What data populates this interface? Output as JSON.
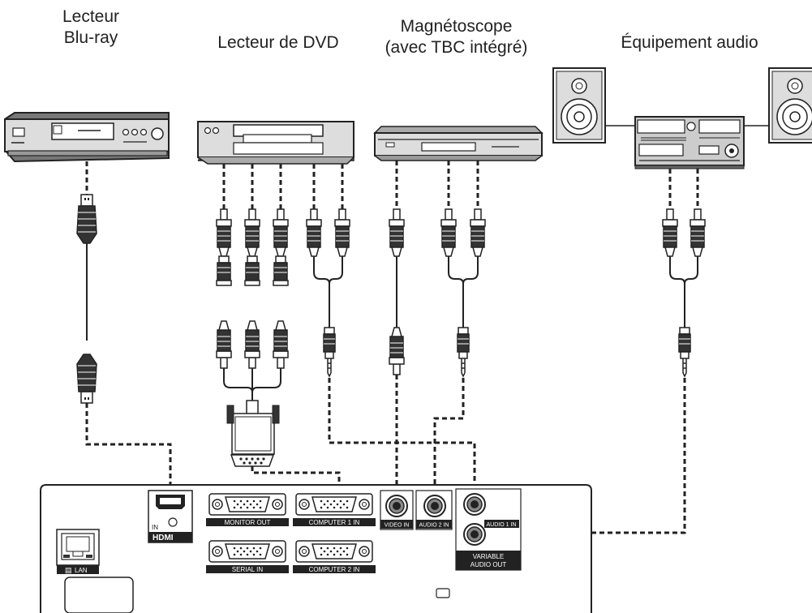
{
  "devices": {
    "bluray": {
      "line1": "Lecteur",
      "line2": "Blu-ray"
    },
    "dvd": {
      "label": "Lecteur de DVD"
    },
    "vcr": {
      "line1": "Magnétoscope",
      "line2": "(avec TBC intégré)"
    },
    "audio": {
      "label": "Équipement audio"
    }
  },
  "panel": {
    "hdmi_in": "IN",
    "hdmi_logo": "HDMI",
    "monitor_out": "MONITOR OUT",
    "computer1_in": "COMPUTER 1 IN",
    "serial_in": "SERIAL IN",
    "computer2_in": "COMPUTER 2 IN",
    "video_in": "VIDEO IN",
    "audio2_in": "AUDIO 2 IN",
    "audio1_in": "AUDIO 1 IN",
    "variable_audio_out_1": "VARIABLE",
    "variable_audio_out_2": "AUDIO OUT",
    "lan": "LAN"
  }
}
